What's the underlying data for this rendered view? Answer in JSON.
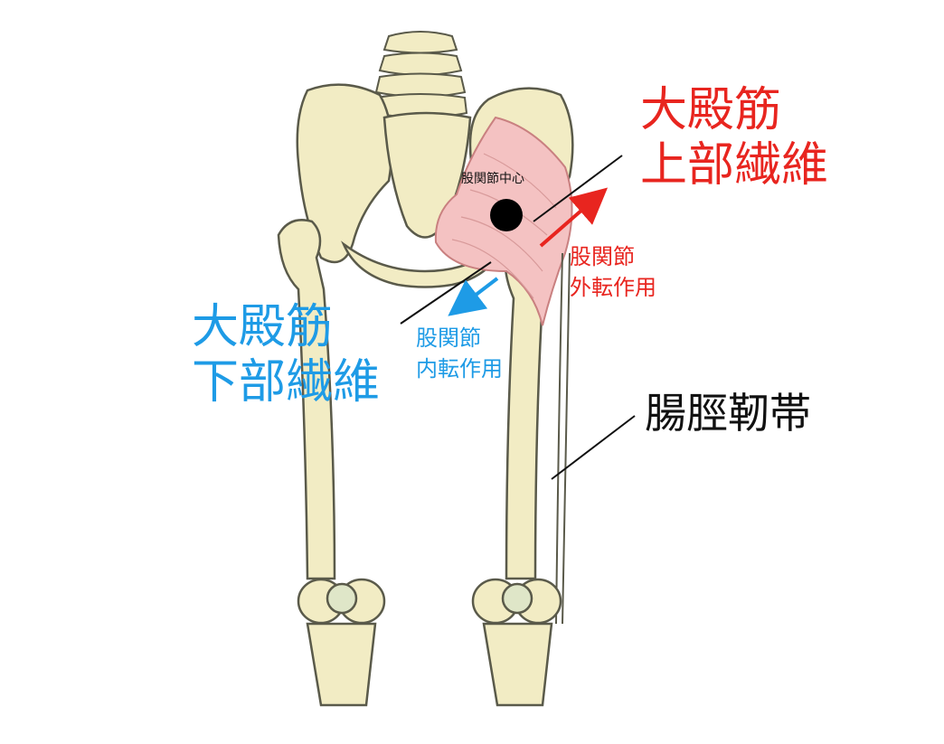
{
  "labels": {
    "gluteus_upper": "大殿筋\n上部繊維",
    "gluteus_lower": "大殿筋\n下部繊維",
    "iliotibial_band": "腸脛靭帯",
    "hip_abduction": "股関節\n外転作用",
    "hip_adduction": "股関節\n内転作用",
    "hip_center": "股関節中心"
  },
  "colors": {
    "upper_red": "#e8251f",
    "lower_blue": "#1e9be6",
    "text_black": "#111111",
    "bone_fill": "#f2ecc4",
    "bone_stroke": "#5a5a4a",
    "muscle_fill": "#f4c2c2",
    "center_dot": "#000000"
  }
}
